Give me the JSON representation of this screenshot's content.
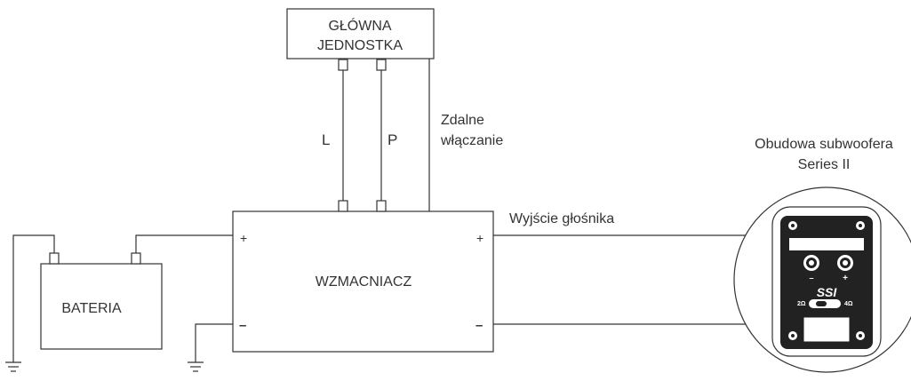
{
  "head_unit": {
    "line1": "GŁÓWNA",
    "line2": "JEDNOSTKA"
  },
  "amplifier": {
    "label": "WZMACNIACZ"
  },
  "battery": {
    "label": "BATERIA"
  },
  "wires": {
    "left": "L",
    "right": "P",
    "remote_line1": "Zdalne",
    "remote_line2": "włączanie",
    "speaker_out": "Wyjście głośnika"
  },
  "polarity": {
    "amp_in_plus": "+",
    "amp_in_minus": "–",
    "amp_out_plus": "+",
    "amp_out_minus": "–"
  },
  "subwoofer": {
    "title_line1": "Obudowa subwoofera",
    "title_line2": "Series II",
    "logo": "SSI",
    "impedance_left": "2Ω",
    "impedance_right": "4Ω",
    "terminal_minus": "–",
    "terminal_plus": "+"
  }
}
